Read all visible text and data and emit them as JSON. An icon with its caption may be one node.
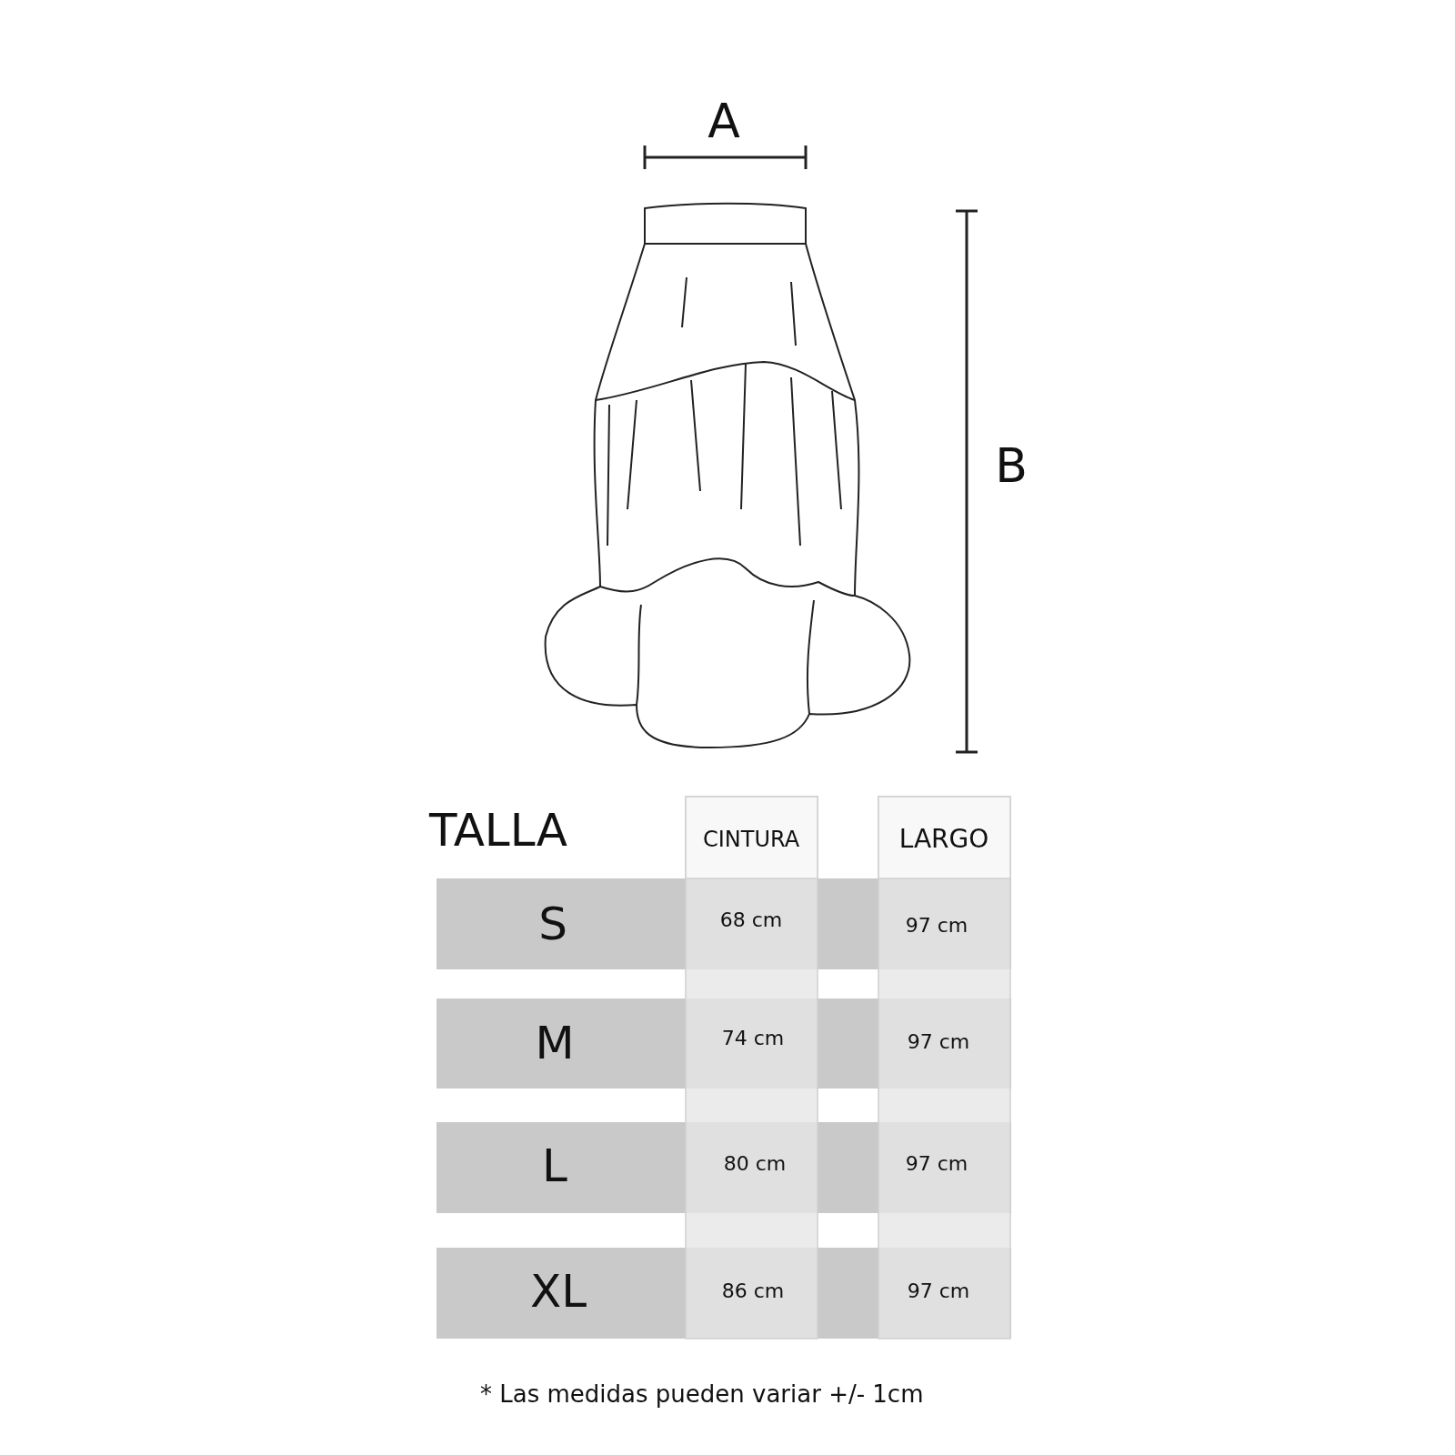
{
  "diagram": {
    "labels": [
      "A",
      "B",
      "TALLA",
      "CINTURA",
      "LARGO",
      "S",
      "68 cm",
      "97 cm",
      "M",
      "74 cm",
      "97 cm",
      "L",
      "80 cm",
      "97 cm",
      "XL",
      "86 cm",
      "97 cm",
      "* Las medidas pueden variar +/- 1cm"
    ]
  }
}
